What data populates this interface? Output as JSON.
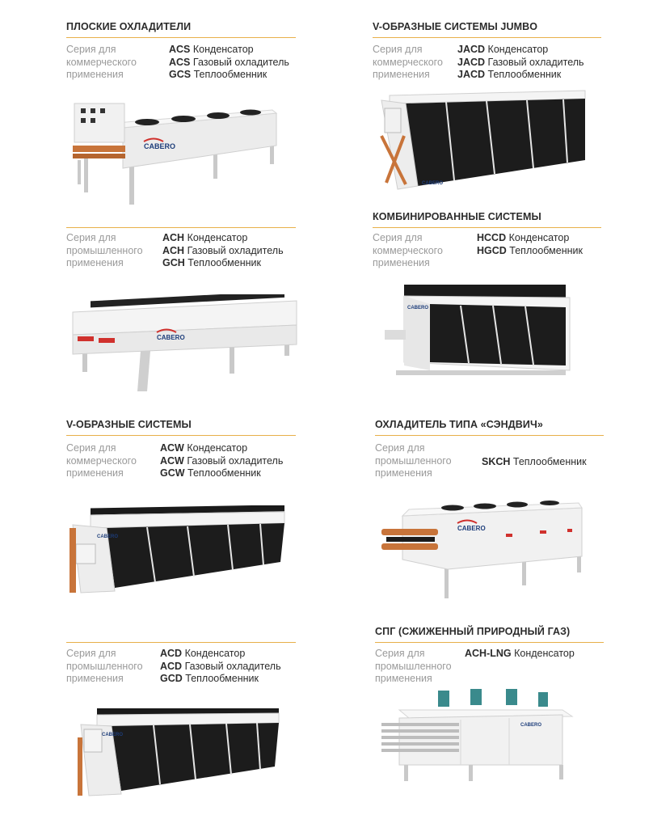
{
  "sections": [
    {
      "title": "ПЛОСКИЕ ОХЛАДИТЕЛИ",
      "series": [
        "Серия для",
        "коммерческого",
        "применения"
      ],
      "items": [
        {
          "code": "ACS",
          "text": "Конденсатор"
        },
        {
          "code": "ACS",
          "text": "Газовый охладитель"
        },
        {
          "code": "GCS",
          "text": "Теплообменник"
        }
      ],
      "brand": "CABERO"
    },
    {
      "title": "V-ОБРАЗНЫЕ СИСТЕМЫ JUMBO",
      "series": [
        "Серия для",
        "коммерческого",
        "применения"
      ],
      "items": [
        {
          "code": "JACD",
          "text": "Конденсатор"
        },
        {
          "code": "JACD",
          "text": "Газовый охладитель"
        },
        {
          "code": "JACD",
          "text": "Теплообменник"
        }
      ],
      "brand": "CABERO"
    },
    {
      "title": "",
      "series": [
        "Серия для",
        "промышленного",
        "применения"
      ],
      "items": [
        {
          "code": "ACH",
          "text": "Конденсатор"
        },
        {
          "code": "ACH",
          "text": "Газовый охладитель"
        },
        {
          "code": "GCH",
          "text": "Теплообменник"
        }
      ],
      "brand": "CABERO"
    },
    {
      "title": "КОМБИНИРОВАННЫЕ СИСТЕМЫ",
      "series": [
        "Серия для",
        "коммерческого",
        "применения"
      ],
      "items": [
        {
          "code": "HCCD",
          "text": "Конденсатор"
        },
        {
          "code": "HGCD",
          "text": "Теплообменник"
        }
      ],
      "brand": "CABERO"
    },
    {
      "title": "V-ОБРАЗНЫЕ СИСТЕМЫ",
      "series": [
        "Серия для",
        "коммерческого",
        "применения"
      ],
      "items": [
        {
          "code": "ACW",
          "text": "Конденсатор"
        },
        {
          "code": "ACW",
          "text": "Газовый охладитель"
        },
        {
          "code": "GCW",
          "text": "Теплообменник"
        }
      ],
      "brand": "CABERO"
    },
    {
      "title": "ОХЛАДИТЕЛЬ ТИПА «СЭНДВИЧ»",
      "series": [
        "Серия для",
        "промышленного",
        "применения"
      ],
      "items": [
        {
          "code": "SKCH",
          "text": "Теплообменник"
        }
      ],
      "brand": "CABERO"
    },
    {
      "title": "",
      "series": [
        "Серия для",
        "промышленного",
        "применения"
      ],
      "items": [
        {
          "code": "ACD",
          "text": "Конденсатор"
        },
        {
          "code": "ACD",
          "text": "Газовый охладитель"
        },
        {
          "code": "GCD",
          "text": "Теплообменник"
        }
      ],
      "brand": "CABERO"
    },
    {
      "title": "СПГ (СЖИЖЕННЫЙ ПРИРОДНЫЙ ГАЗ)",
      "series": [
        "Серия для",
        "промышленного",
        "применения"
      ],
      "items": [
        {
          "code": "ACH-LNG",
          "text": "Конденсатор"
        }
      ],
      "brand": "CABERO"
    }
  ],
  "colors": {
    "accent_rule": "#e8b04a",
    "muted_text": "#9a9a9a",
    "coil_black": "#1c1c1c",
    "frame_white": "#f2f2f2",
    "copper": "#c8743a",
    "brand_blue": "#1d3d7a",
    "brand_red": "#d0312d"
  }
}
